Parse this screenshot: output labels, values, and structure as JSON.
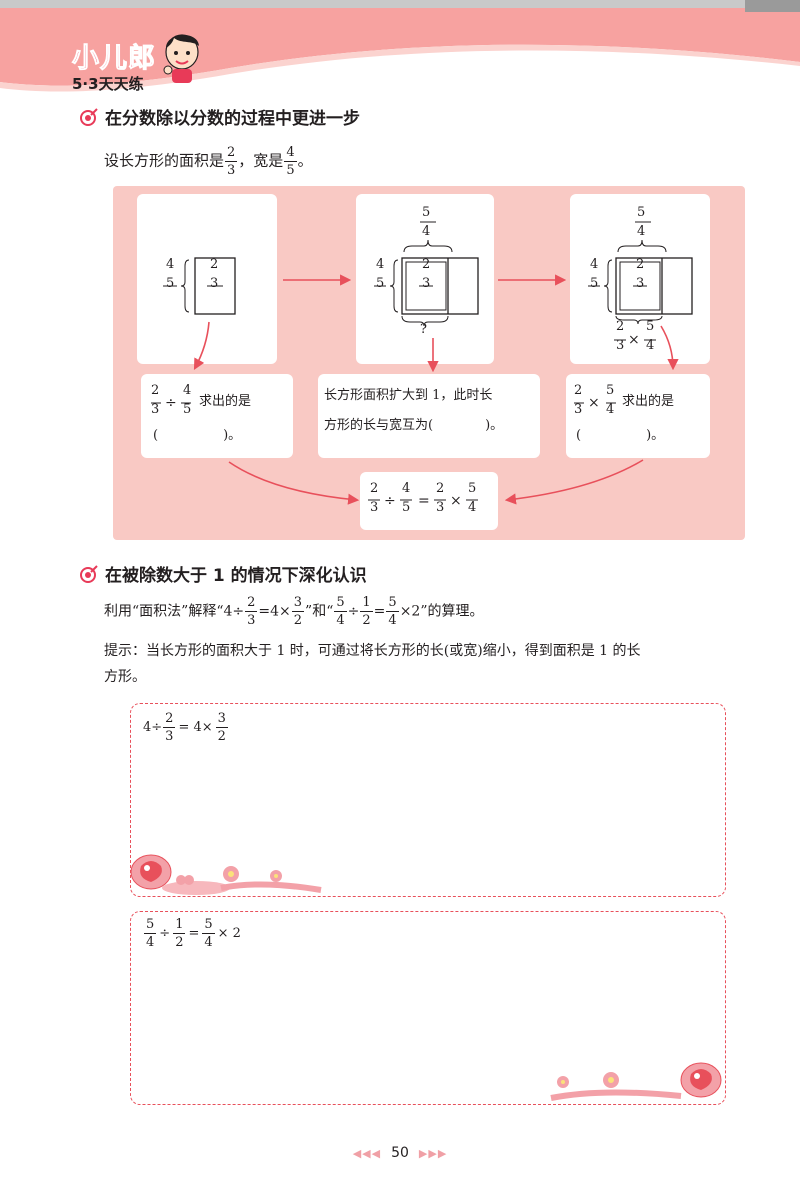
{
  "header": {
    "brand_name": "小儿郎",
    "brand_sub": "5·3天天练"
  },
  "section1": {
    "title": "在分数除以分数的过程中更进一步",
    "intro_text": "设长方形的面积是",
    "intro_mid": "，宽是",
    "intro_end": "。",
    "diagram": {
      "inner_frac": {
        "num": "2",
        "den": "3"
      },
      "side_frac": {
        "num": "4",
        "den": "5"
      },
      "top_frac": {
        "num": "5",
        "den": "4"
      },
      "question": "?",
      "bottom_expr": {
        "a_num": "2",
        "a_den": "3",
        "op": "×",
        "b_num": "5",
        "b_den": "4"
      }
    },
    "box_left": {
      "n1": "2",
      "d1": "3",
      "op": "÷",
      "n2": "4",
      "d2": "5",
      "text": "求出的是",
      "blank": "(　　　　　)。"
    },
    "box_mid": {
      "line1": "长方形面积扩大到 1，此时长",
      "line2": "方形的长与宽互为(　　　　)。"
    },
    "box_right": {
      "n1": "2",
      "d1": "3",
      "op": "×",
      "n2": "5",
      "d2": "4",
      "text": "求出的是",
      "blank": "(　　　　　)。"
    },
    "box_result": {
      "n1": "2",
      "d1": "3",
      "op1": "÷",
      "n2": "4",
      "d2": "5",
      "eq": "=",
      "n3": "2",
      "d3": "3",
      "op2": "×",
      "n4": "5",
      "d4": "4"
    }
  },
  "section2": {
    "title": "在被除数大于 1 的情况下深化认识",
    "task_a": "利用“面积法”解释“4÷",
    "task_b": "=4×",
    "task_c": "”和“",
    "task_d": "÷",
    "task_e": "=",
    "task_f": "×2”的算理。",
    "hint_line1": "提示：当长方形的面积大于 1 时，可通过将长方形的长(或宽)缩小，得到面积是 1 的长",
    "hint_line2": "方形。",
    "eq1": {
      "lead": "4÷",
      "n1": "2",
      "d1": "3",
      "eq": "= 4×",
      "n2": "3",
      "d2": "2"
    },
    "eq2": {
      "n1": "5",
      "d1": "4",
      "op": "÷",
      "n2": "1",
      "d2": "2",
      "eq": "=",
      "n3": "5",
      "d3": "4",
      "tail": "× 2"
    }
  },
  "footer": {
    "page_number": "50",
    "left_arrows": "◀◀◀",
    "right_arrows": "▶▶▶"
  },
  "colors": {
    "accent": "#e83a58",
    "panel": "#f9c9c4",
    "arrow": "#e8505b",
    "band": "#f7a2a0"
  }
}
